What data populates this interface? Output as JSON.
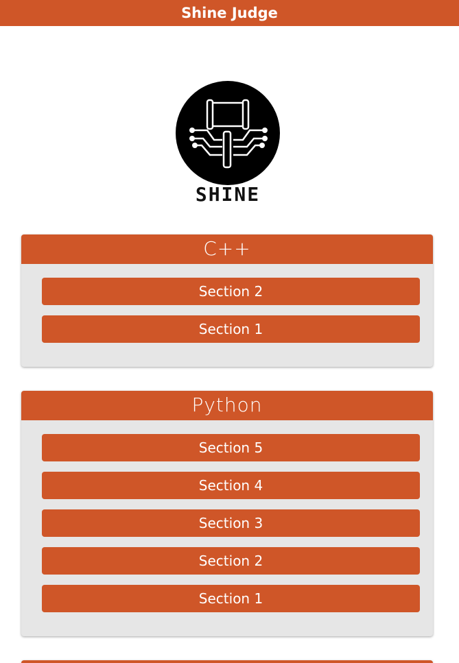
{
  "header": {
    "title": "Shine Judge"
  },
  "logo": {
    "text": "SHINE",
    "icon": "gavel-circuit-logo"
  },
  "colors": {
    "accent": "#cf5628",
    "card_bg": "#e6e6e6",
    "text_on_accent": "#ffffff"
  },
  "courses": [
    {
      "name": "C++",
      "sections": [
        {
          "label": "Section 2"
        },
        {
          "label": "Section 1"
        }
      ]
    },
    {
      "name": "Python",
      "sections": [
        {
          "label": "Section 5"
        },
        {
          "label": "Section 4"
        },
        {
          "label": "Section 3"
        },
        {
          "label": "Section 2"
        },
        {
          "label": "Section 1"
        }
      ]
    }
  ]
}
